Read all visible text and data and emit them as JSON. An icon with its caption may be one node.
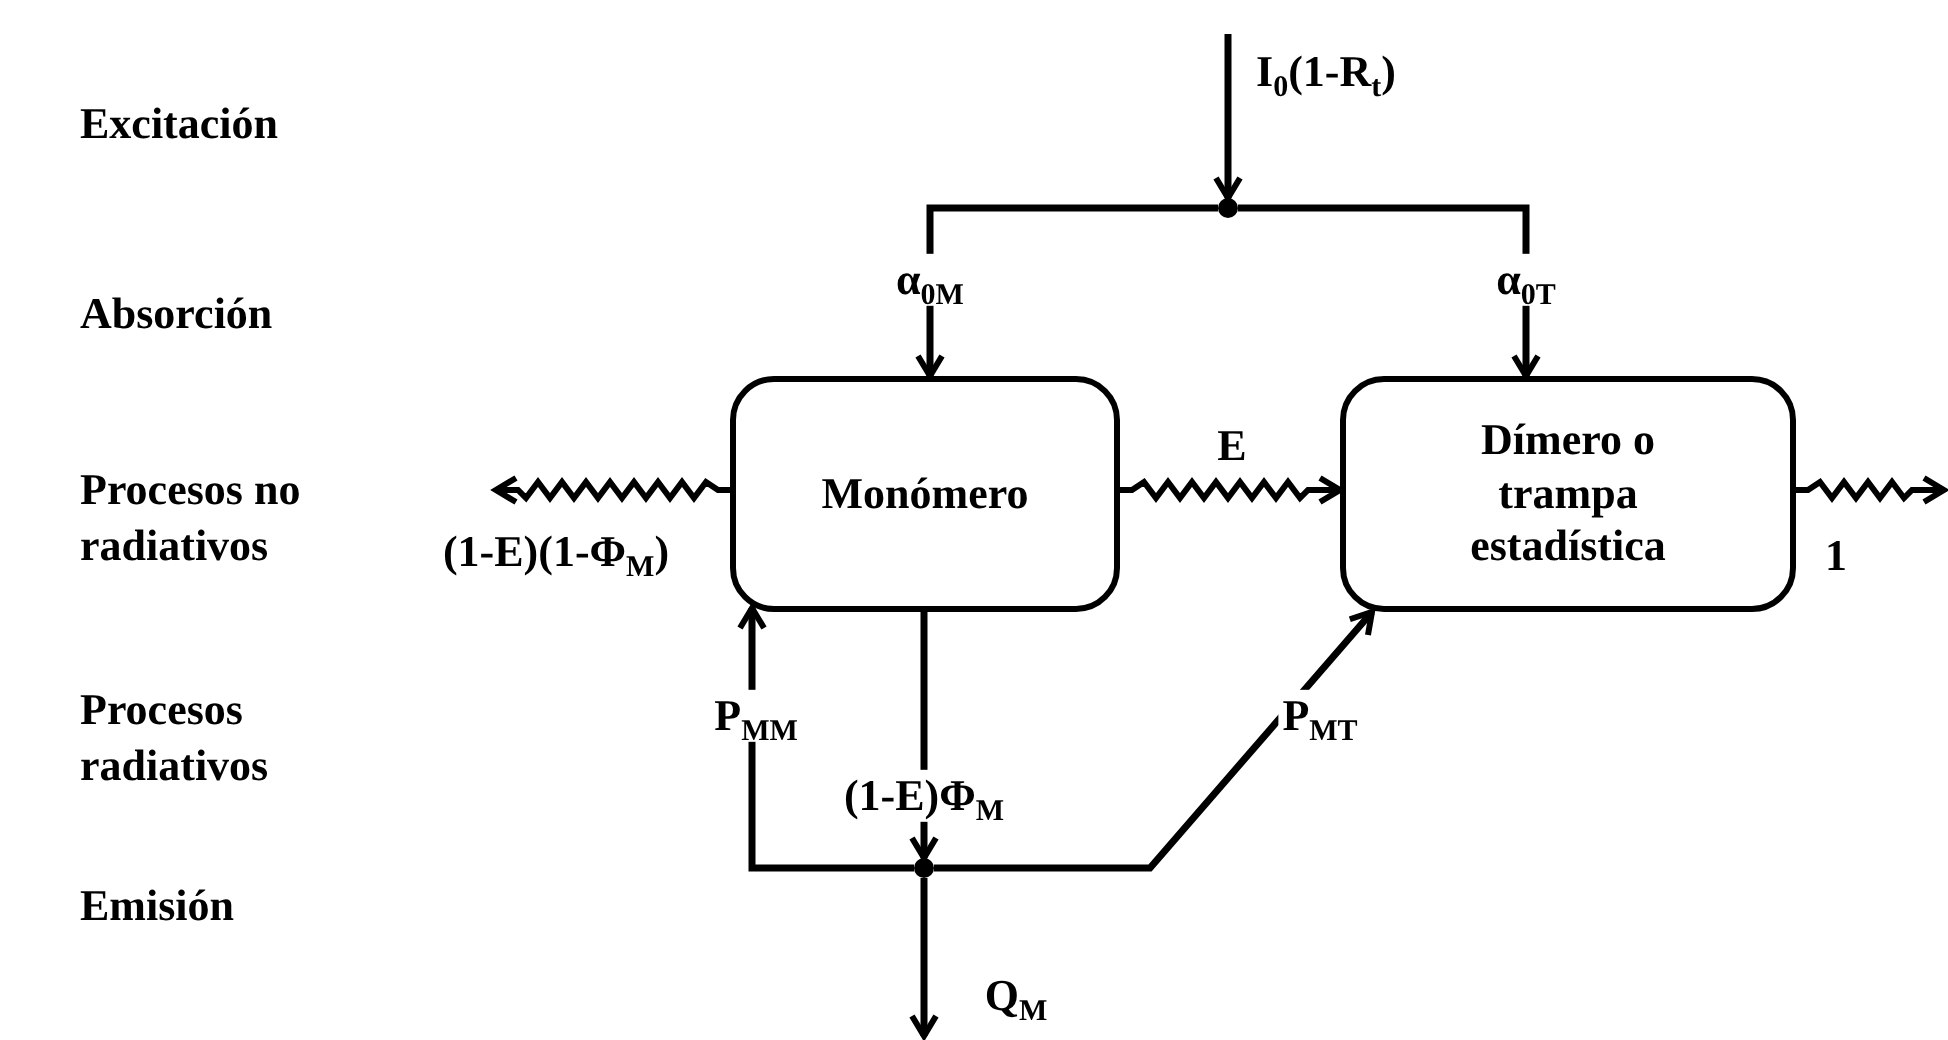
{
  "diagram": {
    "nodes": [
      {
        "text": [
          "Monómero"
        ]
      },
      {
        "text": [
          "Dímero o trampa estadística"
        ]
      },
      {
        "text": [],
        "shape": "circle"
      },
      {
        "text": [],
        "shape": "circle"
      }
    ],
    "edges": [
      {
        "from": null,
        "to": 2,
        "arrow": "to",
        "label": "I$_{0}$(1-R$_{t}$)"
      },
      {
        "from": 2,
        "to": 0,
        "arrow": "to",
        "label": "α$_{0M}$"
      },
      {
        "from": 2,
        "to": 1,
        "arrow": "to",
        "label": "α$_{0T}$"
      },
      {
        "from": 0,
        "to": null,
        "arrow": "to",
        "label": "(1-E)(1-Φ$_{M}$)"
      },
      {
        "from": 0,
        "to": 1,
        "arrow": "to",
        "label": "E"
      },
      {
        "from": 1,
        "to": null,
        "arrow": "to",
        "label": "1"
      },
      {
        "from": 0,
        "to": 3,
        "arrow": "to",
        "label": "(1-E)Φ$_{M}$"
      },
      {
        "from": 3,
        "to": 0,
        "arrow": "to",
        "label": "P$_{MM}$"
      },
      {
        "from": 3,
        "to": 1,
        "arrow": "to",
        "label": "P$_{MT}$"
      },
      {
        "from": 3,
        "to": null,
        "arrow": "to",
        "label": "Q$_{M}$"
      }
    ],
    "labels": [
      "Excitación",
      "Absorción",
      "Procesos no radiativos",
      "Procesos radiativos",
      "Emisión"
    ]
  }
}
